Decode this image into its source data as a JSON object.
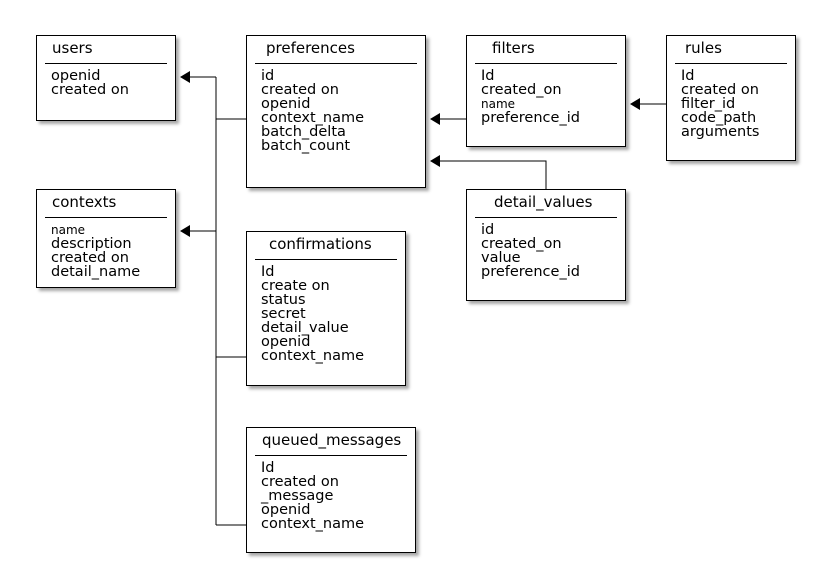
{
  "entities": {
    "users": {
      "name": "users",
      "fields": [
        "openid",
        "created on"
      ]
    },
    "contexts": {
      "name": "contexts",
      "fields": [
        "name",
        "description",
        "created on",
        "detail_name"
      ]
    },
    "preferences": {
      "name": "preferences",
      "fields": [
        "id",
        "created on",
        "openid",
        "context_name",
        "batch_delta",
        "batch_count"
      ]
    },
    "confirmations": {
      "name": "confirmations",
      "fields": [
        "Id",
        "create on",
        "status",
        "secret",
        "detail_value",
        "openid",
        "context_name"
      ]
    },
    "queued_messages": {
      "name": "queued_messages",
      "fields": [
        "Id",
        "created on",
        "_message",
        "openid",
        "context_name"
      ]
    },
    "filters": {
      "name": "filters",
      "fields": [
        "Id",
        "created_on",
        "name",
        "preference_id"
      ]
    },
    "rules": {
      "name": "rules",
      "fields": [
        "Id",
        "created on",
        "filter_id",
        "code_path",
        "arguments"
      ]
    },
    "detail_values": {
      "name": "detail_values",
      "fields": [
        "id",
        "created_on",
        "value",
        "preference_id"
      ]
    }
  }
}
